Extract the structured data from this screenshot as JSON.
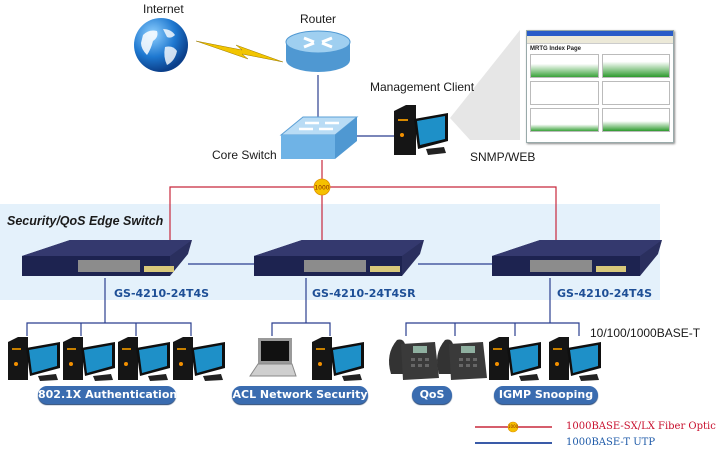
{
  "diagram": {
    "nodes": {
      "internet": "Internet",
      "router": "Router",
      "core_switch": "Core Switch",
      "management_client": "Management Client",
      "snmp_web": "SNMP/WEB",
      "mrtg_title": "MRTG Index Page"
    },
    "edge_zone": {
      "title": "Security/QoS Edge Switch",
      "switches": [
        {
          "model": "GS-4210-24T4S"
        },
        {
          "model": "GS-4210-24T4SR"
        },
        {
          "model": "GS-4210-24T4S"
        }
      ]
    },
    "fiber_badge": "1000",
    "access_link_label": "10/100/1000BASE-T",
    "feature_groups": [
      {
        "label": "802.1X Authentication",
        "devices": [
          "desktop-pc",
          "desktop-pc",
          "desktop-pc",
          "desktop-pc"
        ]
      },
      {
        "label": "ACL Network Security",
        "devices": [
          "laptop",
          "desktop-pc"
        ]
      },
      {
        "label": "QoS",
        "devices": [
          "ip-phone",
          "ip-phone"
        ]
      },
      {
        "label": "IGMP Snooping",
        "devices": [
          "desktop-pc",
          "desktop-pc"
        ]
      }
    ],
    "legend": [
      {
        "label": "1000BASE-SX/LX Fiber Optic",
        "color": "#c8102e",
        "badge": "1000"
      },
      {
        "label": "1000BASE-T UTP",
        "color": "#3a5ba8"
      }
    ],
    "colors": {
      "fiber": "#c8283c",
      "utp": "#2b3f8f",
      "badge": "#f5c000",
      "zone": "#e4f1fb",
      "pill": "#3a6cb0",
      "model_text": "#1e4f96"
    }
  }
}
